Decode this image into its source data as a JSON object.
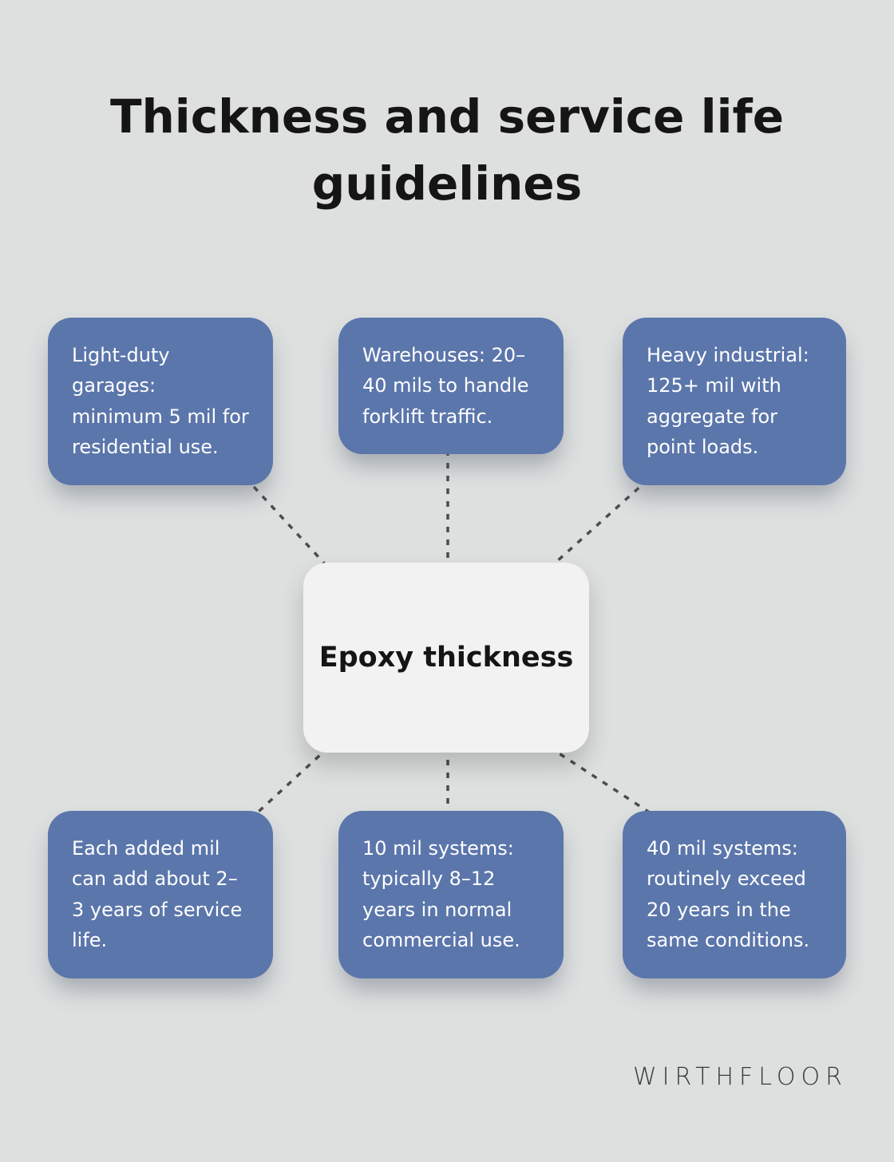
{
  "title": "Thickness and service life guidelines",
  "center": {
    "label": "Epoxy thickness"
  },
  "nodes": [
    {
      "id": "top-left",
      "text": "Light-duty garages: minimum 5 mil for residential use."
    },
    {
      "id": "top-center",
      "text": "Warehouses: 20–40 mils to handle forklift traffic."
    },
    {
      "id": "top-right",
      "text": "Heavy industrial: 125+ mil with aggregate for point loads."
    },
    {
      "id": "bottom-left",
      "text": "Each added mil can add about 2–3 years of service life."
    },
    {
      "id": "bottom-center",
      "text": "10 mil systems: typically 8–12 years in normal commercial use."
    },
    {
      "id": "bottom-right",
      "text": "40 mil systems: routinely exceed 20 years in the same conditions."
    }
  ],
  "brand": "WIRTHFLOOR",
  "colors": {
    "background": "#dde0df",
    "accent": "#5b76ab",
    "node-text": "#ffffff",
    "center-fill": "#f1f2f1",
    "connector": "#4c4c4c",
    "title": "#151515",
    "brand": "#3a3a3a"
  }
}
